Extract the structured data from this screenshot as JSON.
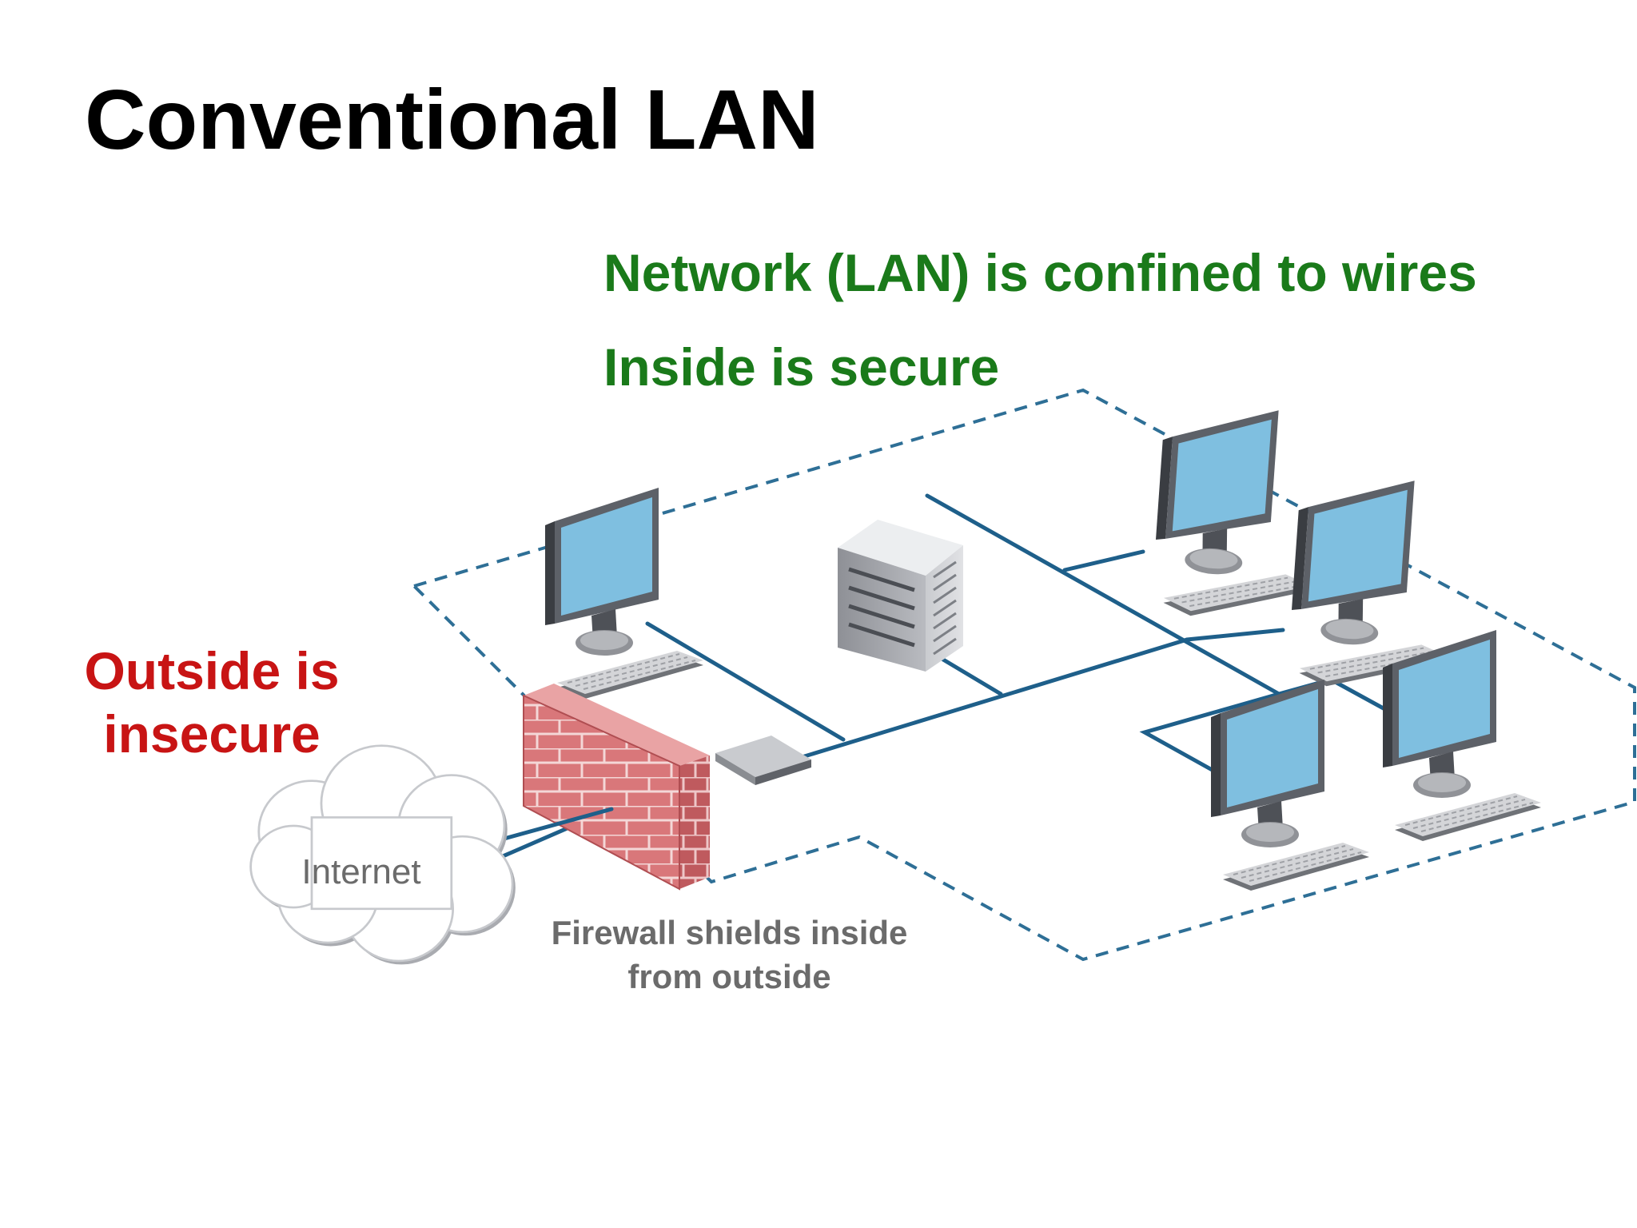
{
  "slide": {
    "title": "Conventional LAN",
    "note_wires": "Network (LAN) is confined to wires",
    "note_inside": "Inside is secure",
    "outside_line1": "Outside is",
    "outside_line2": "insecure",
    "internet_label": "Internet",
    "caption_line1": "Firewall shields inside",
    "caption_line2": "from outside"
  },
  "colors": {
    "green": "#1a7a1a",
    "red": "#c81414",
    "caption": "#6b6b6b",
    "network_line": "#1e5f8a",
    "boundary": "#2e6f96",
    "screen": "#7fbfe0",
    "brick": "#d9777a"
  },
  "icons": [
    "cloud-icon",
    "firewall-icon",
    "router-icon",
    "server-icon",
    "computer-icon"
  ]
}
